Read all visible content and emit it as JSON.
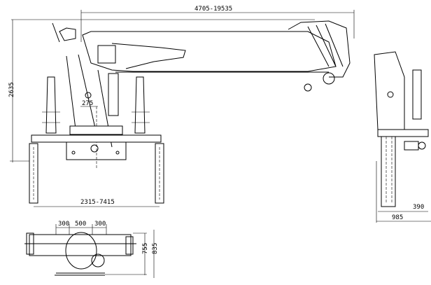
{
  "title": "Crane dimensional drawing",
  "dimensions": {
    "boom_reach": "4705-19535",
    "overall_height": "2635",
    "column_offset": "275",
    "outrigger_span": "2315-7415",
    "plan_left": "300",
    "plan_center": "500",
    "plan_right": "300",
    "plan_inner_depth": "755",
    "plan_outer_depth": "835",
    "side_offset": "390",
    "side_width": "985"
  }
}
